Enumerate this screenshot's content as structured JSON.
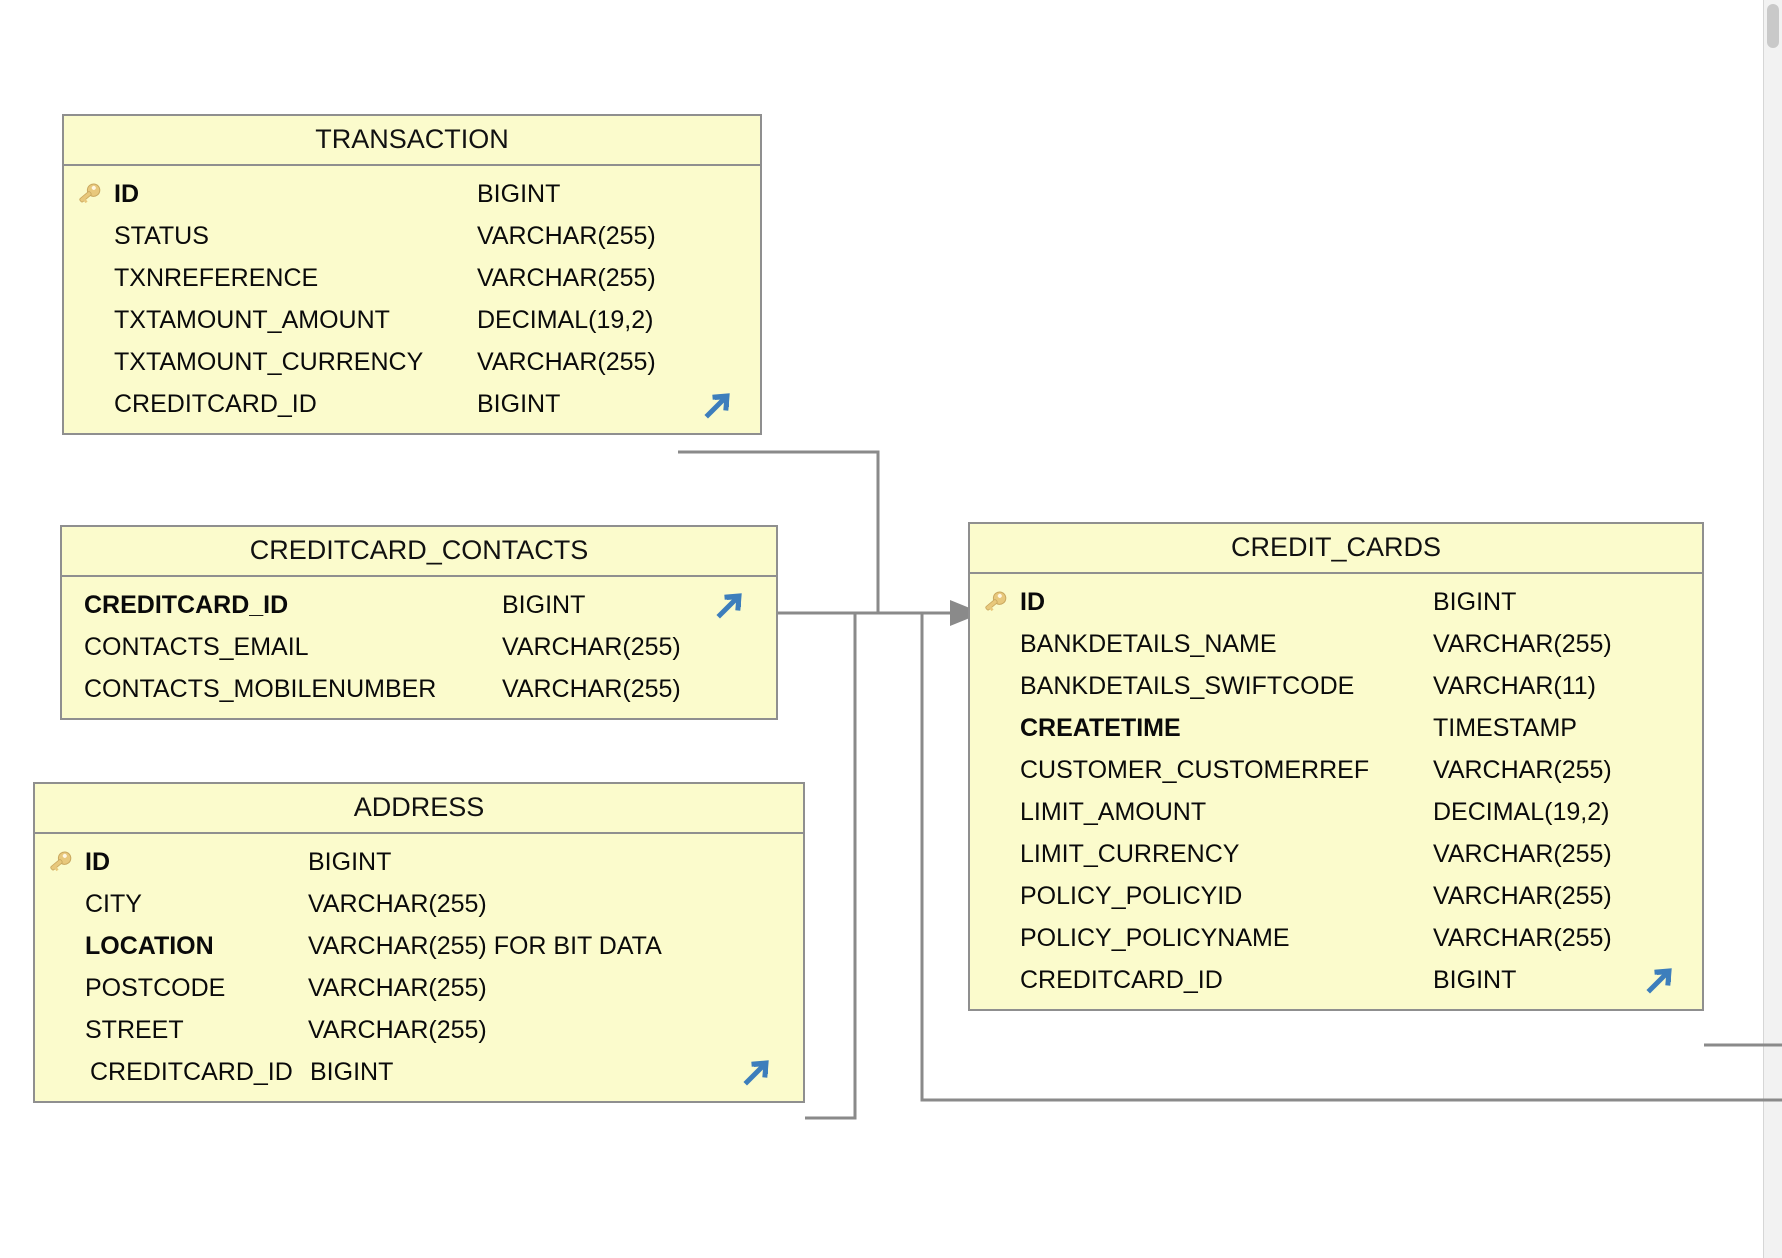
{
  "diagram": {
    "type": "entity-relationship-diagram",
    "background_color": "#ffffff",
    "entity_fill": "#fbfbcc",
    "entity_border": "#8f8f8f",
    "connector_color": "#8a8a8a",
    "fk_icon_color": "#3d7ebc",
    "pk_icon_color": "#e8c87c"
  },
  "entities": [
    {
      "name": "TRANSACTION",
      "attributes": [
        {
          "icon": "primary-key-icon",
          "name": "ID",
          "type": "BIGINT",
          "bold": true
        },
        {
          "icon": "",
          "name": "STATUS",
          "type": "VARCHAR(255)",
          "bold": false
        },
        {
          "icon": "",
          "name": "TXNREFERENCE",
          "type": "VARCHAR(255)",
          "bold": false
        },
        {
          "icon": "",
          "name": "TXTAMOUNT_AMOUNT",
          "type": "DECIMAL(19,2)",
          "bold": false
        },
        {
          "icon": "",
          "name": "TXTAMOUNT_CURRENCY",
          "type": "VARCHAR(255)",
          "bold": false
        },
        {
          "icon": "foreign-key-icon",
          "name": "CREDITCARD_ID",
          "type": "BIGINT",
          "bold": false
        }
      ]
    },
    {
      "name": "CREDITCARD_CONTACTS",
      "attributes": [
        {
          "icon": "foreign-key-icon",
          "name": "CREDITCARD_ID",
          "type": "BIGINT",
          "bold": true
        },
        {
          "icon": "",
          "name": "CONTACTS_EMAIL",
          "type": "VARCHAR(255)",
          "bold": false
        },
        {
          "icon": "",
          "name": "CONTACTS_MOBILENUMBER",
          "type": "VARCHAR(255)",
          "bold": false
        }
      ]
    },
    {
      "name": "ADDRESS",
      "attributes": [
        {
          "icon": "primary-key-icon",
          "name": "ID",
          "type": "BIGINT",
          "bold": true
        },
        {
          "icon": "",
          "name": "CITY",
          "type": "VARCHAR(255)",
          "bold": false
        },
        {
          "icon": "",
          "name": "LOCATION",
          "type": "VARCHAR(255) FOR BIT DATA",
          "bold": true
        },
        {
          "icon": "",
          "name": "POSTCODE",
          "type": "VARCHAR(255)",
          "bold": false
        },
        {
          "icon": "",
          "name": "STREET",
          "type": "VARCHAR(255)",
          "bold": false
        },
        {
          "icon": "foreign-key-icon",
          "name": "CREDITCARD_ID",
          "type": "BIGINT",
          "bold": false
        }
      ]
    },
    {
      "name": "CREDIT_CARDS",
      "attributes": [
        {
          "icon": "primary-key-icon",
          "name": "ID",
          "type": "BIGINT",
          "bold": true
        },
        {
          "icon": "",
          "name": "BANKDETAILS_NAME",
          "type": "VARCHAR(255)",
          "bold": false
        },
        {
          "icon": "",
          "name": "BANKDETAILS_SWIFTCODE",
          "type": "VARCHAR(11)",
          "bold": false
        },
        {
          "icon": "",
          "name": "CREATETIME",
          "type": "TIMESTAMP",
          "bold": true
        },
        {
          "icon": "",
          "name": "CUSTOMER_CUSTOMERREF",
          "type": "VARCHAR(255)",
          "bold": false
        },
        {
          "icon": "",
          "name": "LIMIT_AMOUNT",
          "type": "DECIMAL(19,2)",
          "bold": false
        },
        {
          "icon": "",
          "name": "LIMIT_CURRENCY",
          "type": "VARCHAR(255)",
          "bold": false
        },
        {
          "icon": "",
          "name": "POLICY_POLICYID",
          "type": "VARCHAR(255)",
          "bold": false
        },
        {
          "icon": "",
          "name": "POLICY_POLICYNAME",
          "type": "VARCHAR(255)",
          "bold": false
        },
        {
          "icon": "foreign-key-icon",
          "name": "CREDITCARD_ID",
          "type": "BIGINT",
          "bold": false
        }
      ]
    }
  ],
  "relationships": [
    {
      "from": "TRANSACTION.CREDITCARD_ID",
      "to": "CREDIT_CARDS.ID"
    },
    {
      "from": "CREDITCARD_CONTACTS.CREDITCARD_ID",
      "to": "CREDIT_CARDS.ID"
    },
    {
      "from": "ADDRESS.CREDITCARD_ID",
      "to": "CREDIT_CARDS.ID"
    },
    {
      "from": "CREDIT_CARDS.CREDITCARD_ID",
      "to": "CREDIT_CARDS.ID"
    }
  ]
}
